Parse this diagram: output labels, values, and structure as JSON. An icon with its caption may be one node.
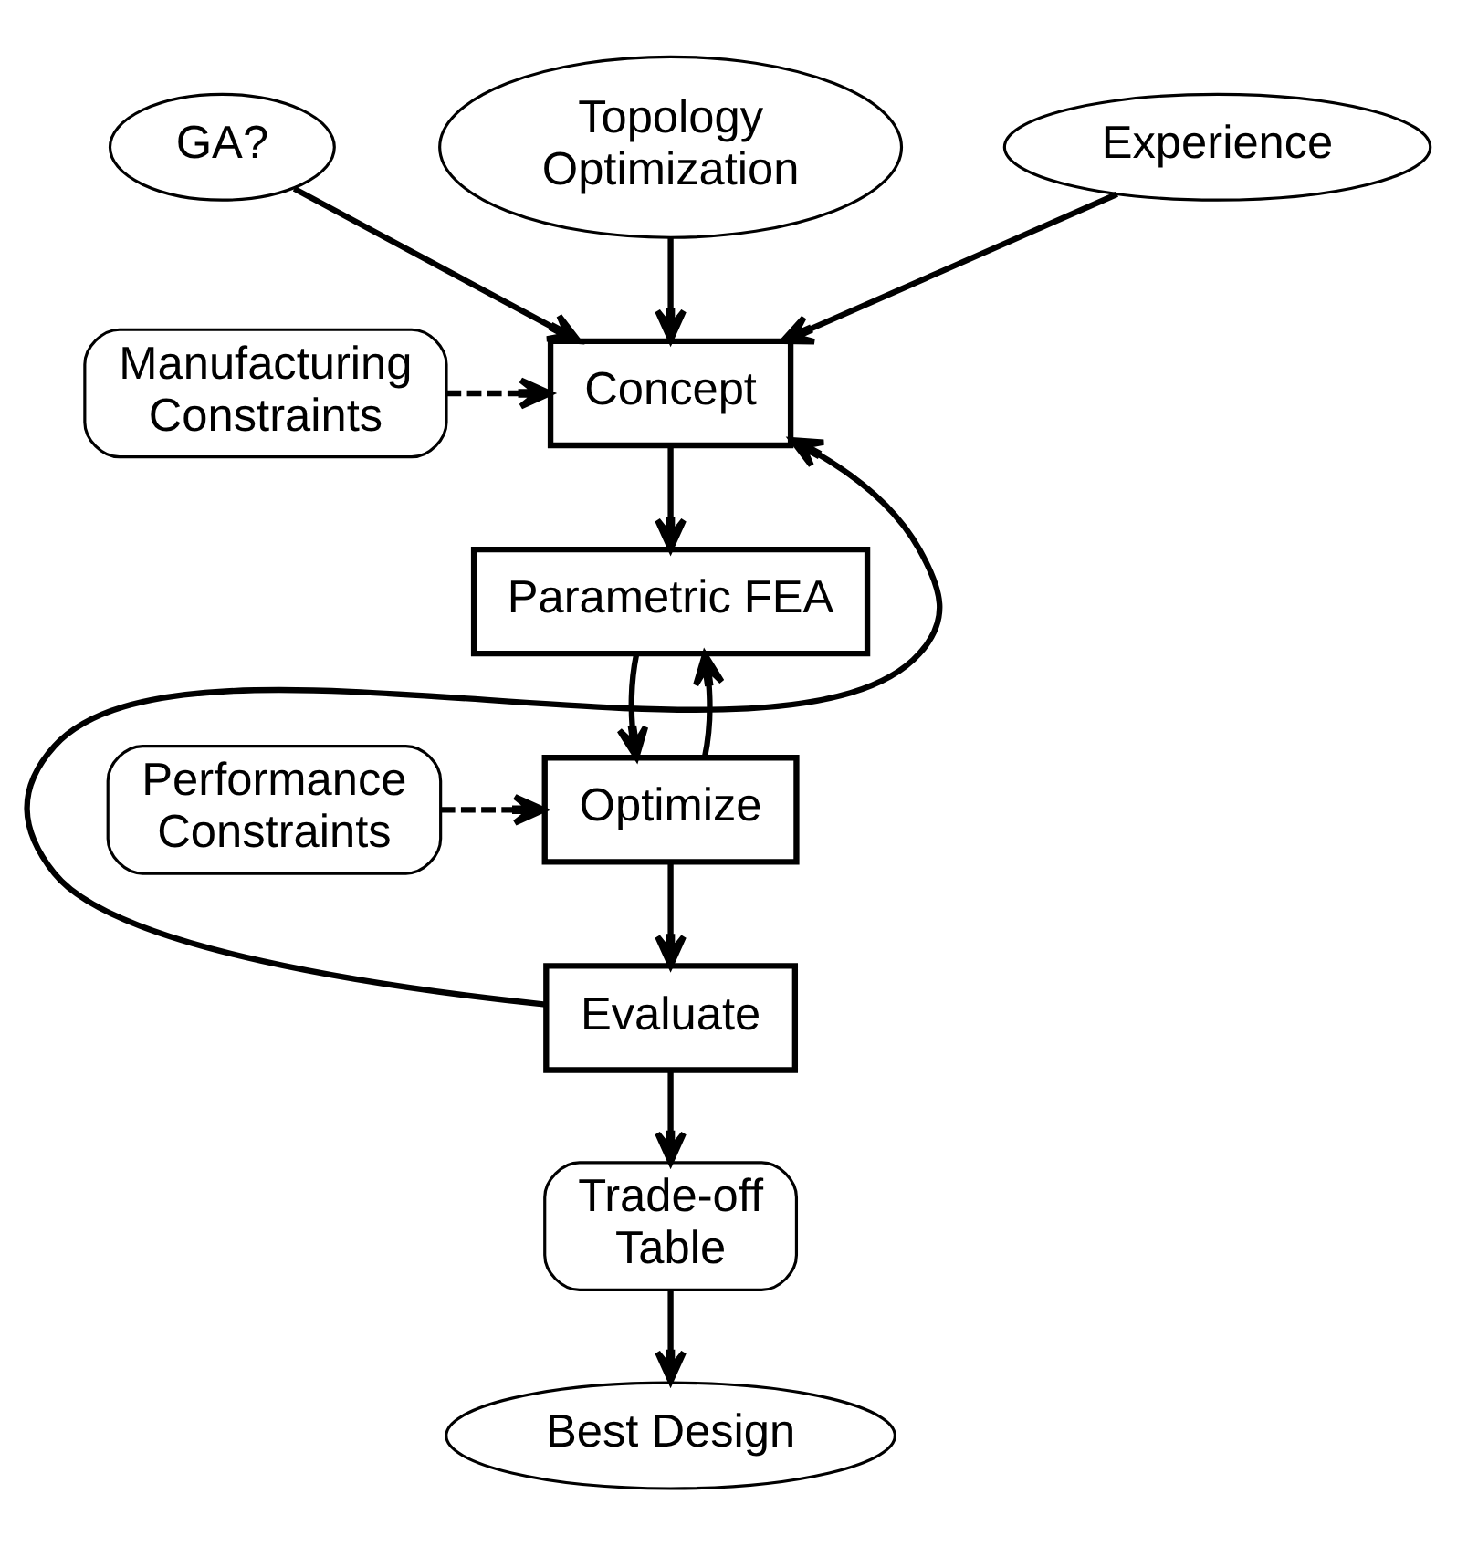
{
  "diagram": {
    "nodes": [
      {
        "text": [
          "GA?"
        ]
      },
      {
        "text": [
          "Topology Optimization"
        ]
      },
      {
        "text": [
          "Experience"
        ]
      },
      {
        "text": [
          "Concept"
        ]
      },
      {
        "text": [
          "Manufacturing Constraints"
        ]
      },
      {
        "text": [
          "Parametric FEA"
        ]
      },
      {
        "text": [
          "Optimize"
        ]
      },
      {
        "text": [
          "Performance Constraints"
        ]
      },
      {
        "text": [
          "Evaluate"
        ]
      },
      {
        "text": [
          "Trade-off Table"
        ]
      },
      {
        "text": [
          "Best Design"
        ]
      }
    ],
    "edges": [
      {
        "from": 0,
        "to": 3,
        "arrow": "to"
      },
      {
        "from": 1,
        "to": 3,
        "arrow": "to"
      },
      {
        "from": 2,
        "to": 3,
        "arrow": "to"
      },
      {
        "from": 4,
        "to": 3,
        "arrow": "to",
        "style": "dashed"
      },
      {
        "from": 3,
        "to": 5,
        "arrow": "to"
      },
      {
        "from": 5,
        "to": 6,
        "arrow": "to"
      },
      {
        "from": 6,
        "to": 5,
        "arrow": "to"
      },
      {
        "from": 7,
        "to": 6,
        "arrow": "to",
        "style": "dashed"
      },
      {
        "from": 6,
        "to": 8,
        "arrow": "to"
      },
      {
        "from": 8,
        "to": 3,
        "arrow": "to"
      },
      {
        "from": 8,
        "to": 9,
        "arrow": "to"
      },
      {
        "from": 9,
        "to": 10,
        "arrow": "to"
      }
    ]
  }
}
